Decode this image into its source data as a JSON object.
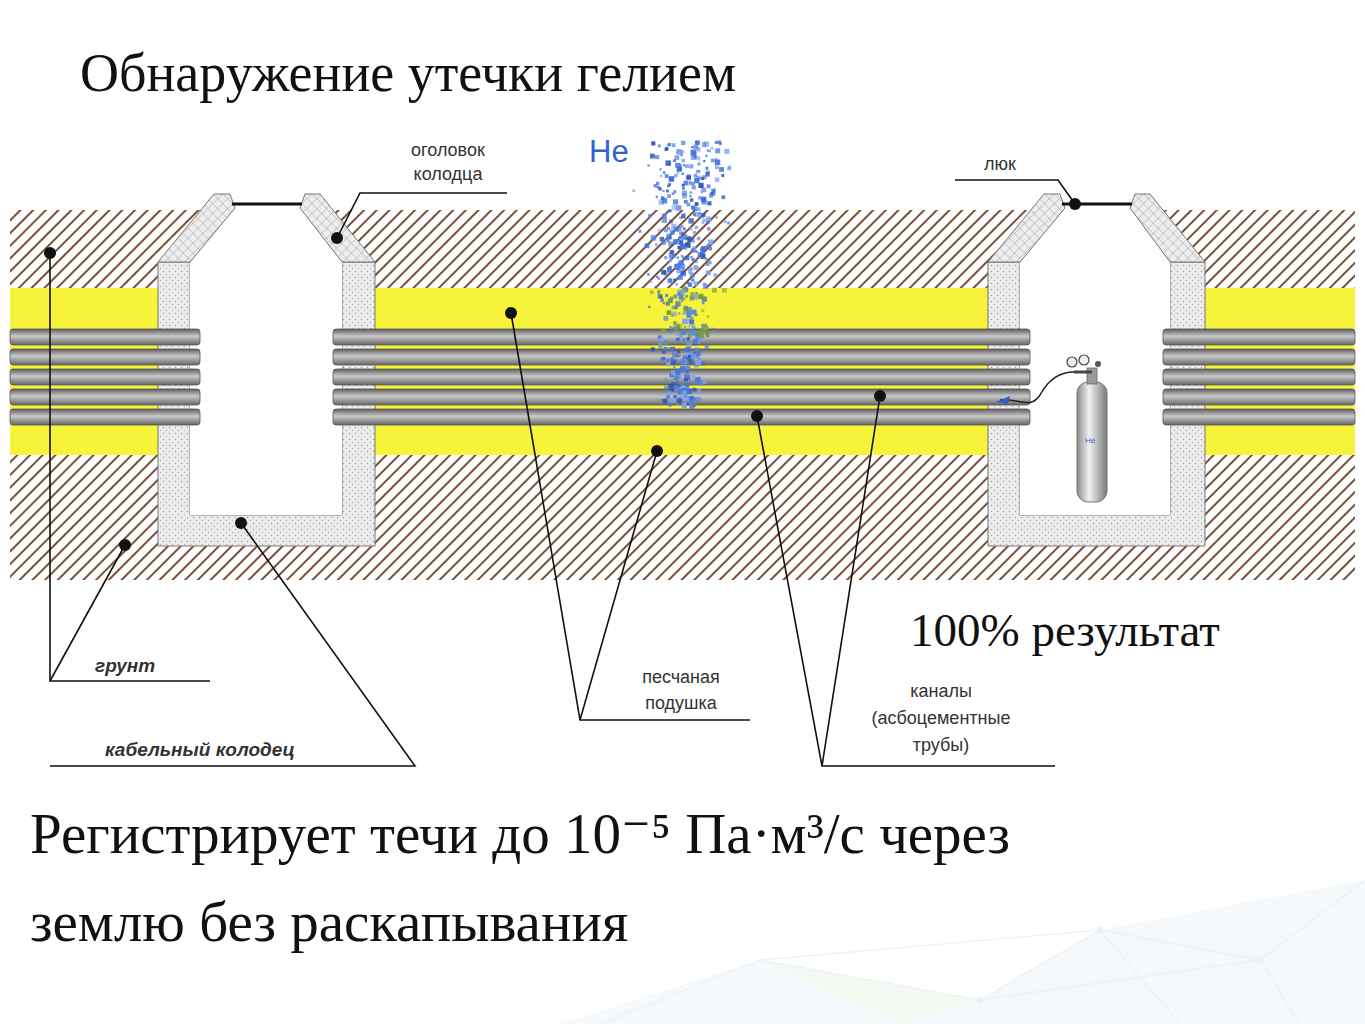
{
  "diagram": {
    "title": "Обнаружение утечки гелием",
    "caption": "Регистрирует течи до 10⁻⁵ Па·м³/с через землю без раскапывания",
    "labels": [
      "оголовок колодца",
      "He",
      "люк",
      "He",
      "грунт",
      "кабельный колодец",
      "песчаная подушка",
      "каналы (асбоцементные трубы)",
      "100% результат"
    ]
  }
}
